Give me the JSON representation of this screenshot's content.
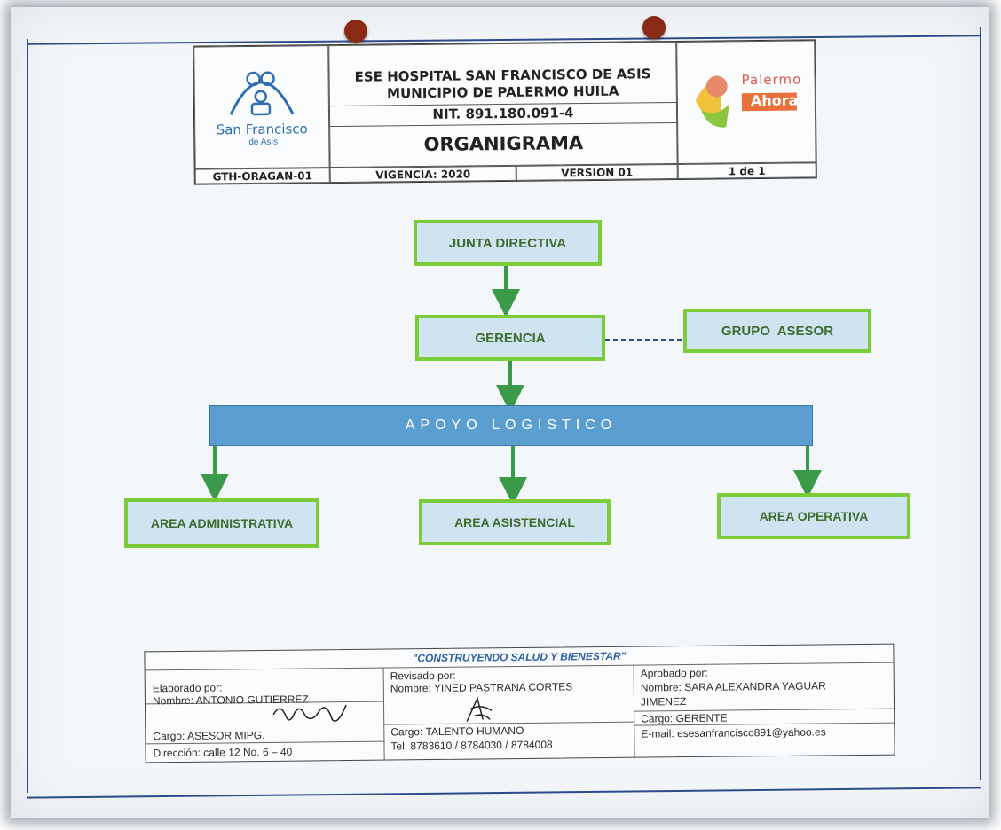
{
  "header": {
    "logo_left_text": "San Francisco",
    "logo_left_sub": "de Asís",
    "title_line1": "ESE HOSPITAL SAN FRANCISCO DE ASIS",
    "title_line2": "MUNICIPIO DE PALERMO HUILA",
    "nit": "NIT. 891.180.091-4",
    "doc_title": "ORGANIGRAMA",
    "logo_right_top": "Palermo",
    "logo_right_bottom": "Ahora",
    "code": "GTH-ORAGAN-01",
    "vigencia": "VIGENCIA: 2020",
    "version": "VERSION 01",
    "page": "1 de 1"
  },
  "org": {
    "junta": "JUNTA DIRECTIVA",
    "gerencia": "GERENCIA",
    "asesor": "GRUPO  ASESOR",
    "apoyo": "APOYO LOGISTICO",
    "area_admin": "AREA ADMINISTRATIVA",
    "area_asist": "AREA ASISTENCIAL",
    "area_oper": "AREA OPERATIVA"
  },
  "footer": {
    "motto": "\"CONSTRUYENDO SALUD Y BIENESTAR\"",
    "elaborado_label": "Elaborado por:",
    "elaborado_nombre": "Nombre: ANTONIO GUTIERREZ",
    "elaborado_cargo": "Cargo: ASESOR MIPG.",
    "direccion": "Dirección: calle 12 No. 6 – 40",
    "revisado_label": "Revisado por:",
    "revisado_nombre": "Nombre: YINED PASTRANA CORTES",
    "revisado_cargo": "Cargo: TALENTO HUMANO",
    "tel": "Tel: 8783610 / 8784030 / 8784008",
    "aprobado_label": "Aprobado por:",
    "aprobado_nombre1": "Nombre: SARA ALEXANDRA YAGUAR",
    "aprobado_nombre2": "JIMENEZ",
    "aprobado_cargo": "Cargo: GERENTE",
    "email": "E-mail: esesanfrancisco891@yahoo.es"
  },
  "colors": {
    "box_border": "#7ccc3a",
    "box_fill": "#cfe4f1",
    "bar_fill": "#5b9fd0",
    "connector": "#3a9a4a",
    "pin": "#8a2a14"
  }
}
